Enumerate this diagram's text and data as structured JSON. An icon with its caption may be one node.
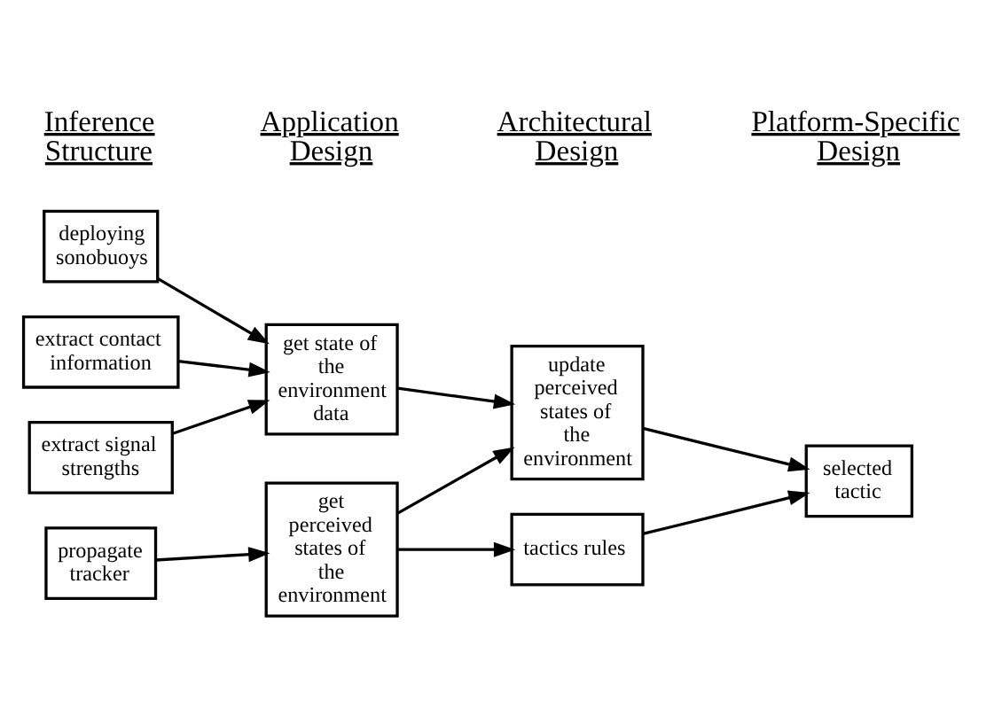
{
  "diagram": {
    "nodes": [
      {
        "text": [
          "deploying sonobuoys"
        ]
      },
      {
        "text": [
          "extract contact information"
        ]
      },
      {
        "text": [
          "extract signal strengths"
        ]
      },
      {
        "text": [
          "propagate tracker"
        ]
      },
      {
        "text": [
          "get state of the environment data"
        ]
      },
      {
        "text": [
          "get perceived states of the environment"
        ]
      },
      {
        "text": [
          "update perceived states of the environment"
        ]
      },
      {
        "text": [
          "tactics rules"
        ]
      },
      {
        "text": [
          "selected tactic"
        ]
      }
    ],
    "edges": [
      {
        "from": 0,
        "to": 4,
        "arrow": "to"
      },
      {
        "from": 1,
        "to": 4,
        "arrow": "to"
      },
      {
        "from": 2,
        "to": 4,
        "arrow": "to"
      },
      {
        "from": 3,
        "to": 5,
        "arrow": "to"
      },
      {
        "from": 4,
        "to": 6,
        "arrow": "to"
      },
      {
        "from": 5,
        "to": 6,
        "arrow": "to"
      },
      {
        "from": 5,
        "to": 7,
        "arrow": "to"
      },
      {
        "from": 6,
        "to": 8,
        "arrow": "to"
      },
      {
        "from": 7,
        "to": 8,
        "arrow": "to"
      }
    ],
    "labels": [
      "Inference Structure",
      "Application Design",
      "Architectural Design",
      "Platform-Specific Design"
    ]
  }
}
